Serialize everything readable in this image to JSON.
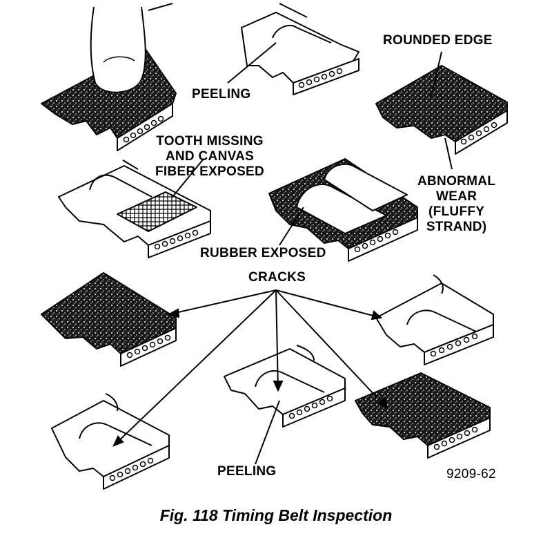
{
  "labels": {
    "peeling_top": "PEELING",
    "rounded_edge": "ROUNDED EDGE",
    "tooth_missing": [
      "TOOTH MISSING",
      "AND CANVAS",
      "FIBER EXPOSED"
    ],
    "abnormal_wear": [
      "ABNORMAL",
      "WEAR",
      "(FLUFFY",
      "STRAND)"
    ],
    "rubber_exposed": "RUBBER EXPOSED",
    "cracks": "CRACKS",
    "peeling_bottom": "PEELING",
    "figure_code": "9209-62"
  },
  "caption": "Fig. 118 Timing Belt Inspection"
}
